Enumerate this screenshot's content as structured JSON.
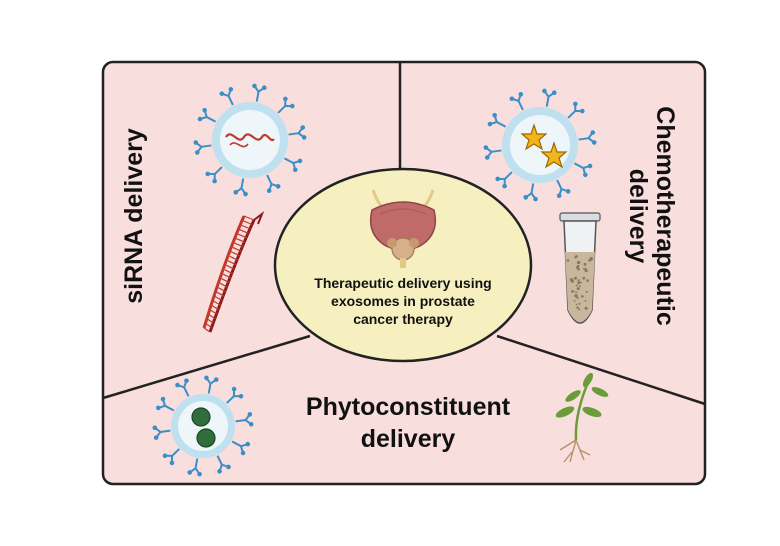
{
  "panels": {
    "left_label": "siRNA delivery",
    "right_label_line1": "Chemotherapeutic",
    "right_label_line2": "delivery",
    "bottom_label_line1": "Phytoconstituent",
    "bottom_label_line2": "delivery"
  },
  "center": {
    "line1": "Therapeutic delivery using",
    "line2": "exosomes in prostate",
    "line3": "cancer therapy"
  },
  "icons": {
    "exosome": "exosome-icon",
    "rna": "rna-strand-icon",
    "drug": "drug-star-icon",
    "tube": "test-tube-icon",
    "plant": "plant-icon",
    "prostate": "prostate-icon"
  },
  "colors": {
    "panel_fill": "#f9dede",
    "center_fill": "#f6f0c0",
    "outline": "#222222",
    "exosome_ring": "#bfe0ee",
    "receptor": "#3b8fc7",
    "rna": "#c0392b",
    "star": "#f2b51c",
    "leaf": "#6a9c3a",
    "bead": "#2f6e3a"
  }
}
